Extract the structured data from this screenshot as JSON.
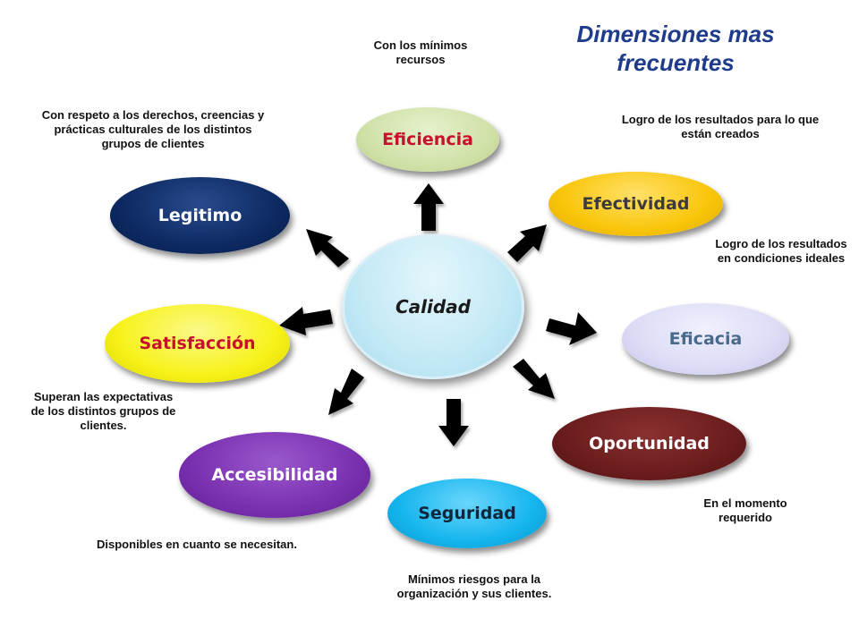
{
  "title": "Dimensiones mas frecuentes",
  "center": "Calidad",
  "dimensions": {
    "eficiencia": {
      "label": "Eficiencia",
      "note": "Con los mínimos recursos",
      "fill": "#cfe0a6",
      "text": "#c8102e"
    },
    "efectividad": {
      "label": "Efectividad",
      "note": "Logro de los resultados para lo que están creados",
      "fill": "#f9c60a",
      "text": "#3b3b3b"
    },
    "eficacia": {
      "label": "Eficacia",
      "note": "Logro de los resultados en condiciones ideales",
      "fill": "#dcdcf6",
      "text": "#4a6a8c"
    },
    "oportunidad": {
      "label": "Oportunidad",
      "note": "En el momento requerido",
      "fill": "#6b1d1d",
      "text": "#ffffff"
    },
    "seguridad": {
      "label": "Seguridad",
      "note": "Mínimos riesgos para la organización y sus clientes.",
      "fill": "#15b5ee",
      "text": "#10263c"
    },
    "accesibilidad": {
      "label": "Accesibilidad",
      "note": "Disponibles en cuanto se necesitan.",
      "fill": "#7a30b0",
      "text": "#ffffff"
    },
    "satisfaccion": {
      "label": "Satisfacción",
      "note": "Superan las expectativas de los distintos grupos de clientes.",
      "fill": "#f7f21a",
      "text": "#c8102e"
    },
    "legitimo": {
      "label": "Legitimo",
      "note": "Con respeto a los derechos, creencias y prácticas culturales de los distintos grupos de clientes",
      "fill": "#0d2a63",
      "text": "#ffffff"
    }
  }
}
